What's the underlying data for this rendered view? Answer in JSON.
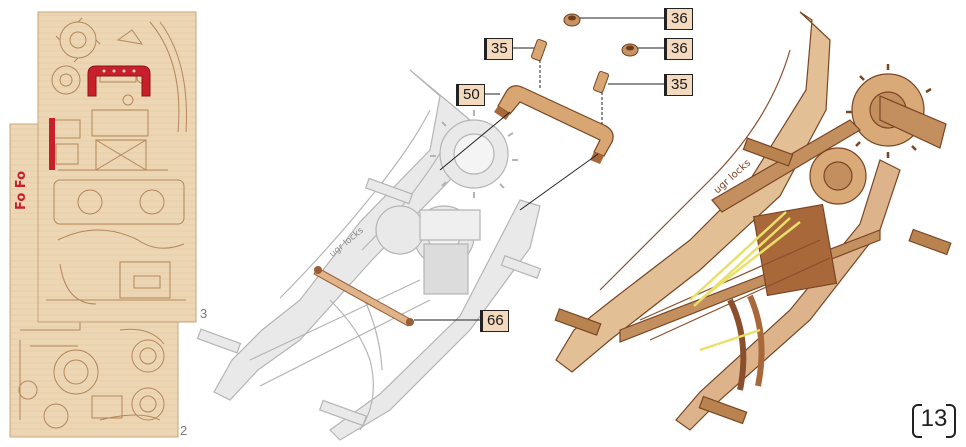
{
  "sheets": {
    "back_number": "2",
    "front_number": "3",
    "front_red_text": "Fo Fo"
  },
  "callouts": {
    "c1": "36",
    "c2": "35",
    "c3": "36",
    "c4": "50",
    "c5": "35",
    "c6": "66"
  },
  "step_number": "13",
  "logo_text": "ugr locks",
  "colors": {
    "plywood": "#ead2ad",
    "plywood_edge": "#b98a5e",
    "highlight_red": "#c8202a",
    "ghost_part": "#e6e6e6",
    "assembled_wood": "#dcb38a",
    "assembled_dark": "#8a4f2c",
    "rubber_band": "#e8e06a",
    "callout_fill": "#f3d9bd"
  }
}
